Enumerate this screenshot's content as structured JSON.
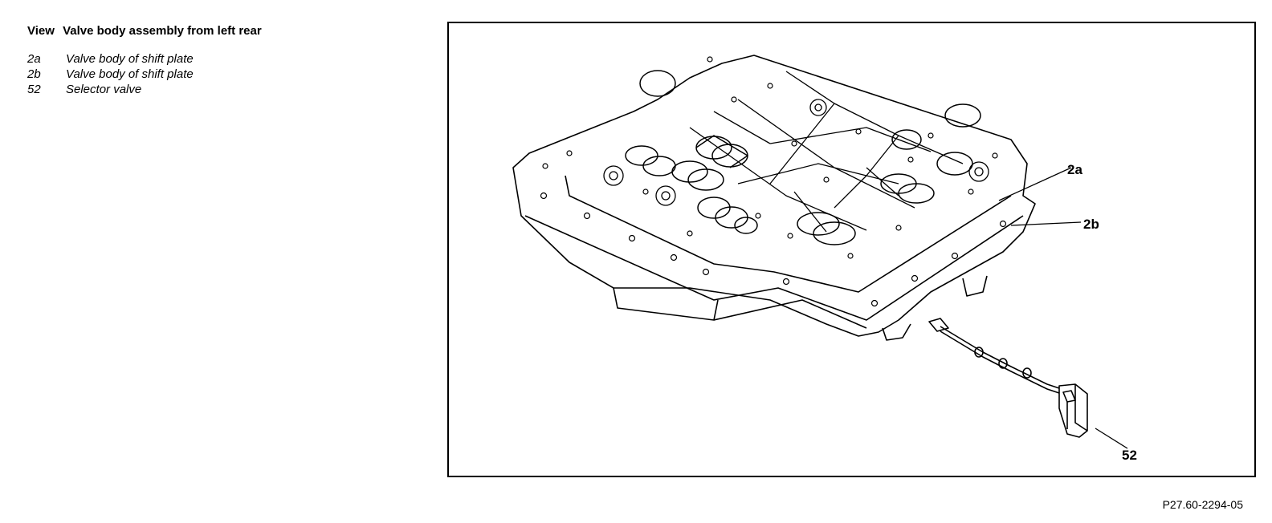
{
  "heading": {
    "view_label": "View",
    "title": "Valve body assembly from left rear"
  },
  "legend": [
    {
      "code": "2a",
      "description": "Valve body of shift plate"
    },
    {
      "code": "2b",
      "description": "Valve body of shift plate"
    },
    {
      "code": "52",
      "description": "Selector valve"
    }
  ],
  "callouts": {
    "c2a": "2a",
    "c2b": "2b",
    "c52": "52"
  },
  "figure_ref": "P27.60-2294-05"
}
